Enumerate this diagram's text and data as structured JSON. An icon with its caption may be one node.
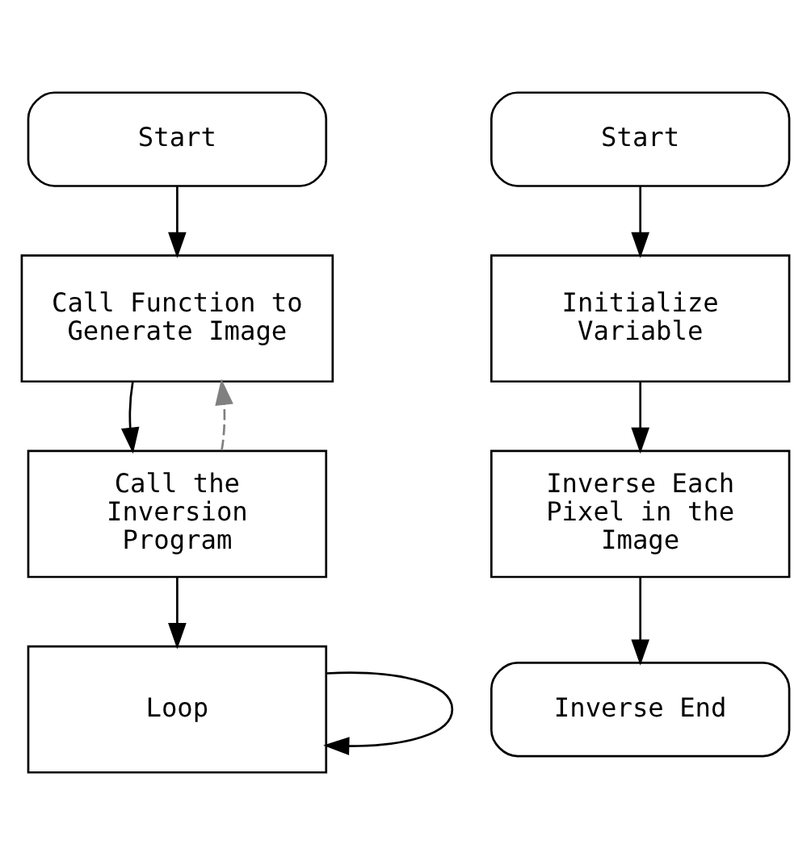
{
  "diagram": {
    "nodes": [
      {
        "text": [
          "Start"
        ]
      },
      {
        "text": [
          "Call Function to Generate Image"
        ]
      },
      {
        "text": [
          "Call the Inversion Program"
        ]
      },
      {
        "text": [
          "Loop"
        ]
      },
      {
        "text": [
          "Start"
        ]
      },
      {
        "text": [
          "Initialize Variable"
        ]
      },
      {
        "text": [
          "Inverse Each Pixel in the Image"
        ]
      },
      {
        "text": [
          "Inverse End"
        ]
      }
    ],
    "edges": [
      {
        "from": 0,
        "to": 1,
        "arrow": "to"
      },
      {
        "from": 1,
        "to": 2,
        "arrow": "to"
      },
      {
        "from": 2,
        "to": 3,
        "arrow": "to"
      },
      {
        "from": 2,
        "to": 1,
        "arrow": "to",
        "style": "dashed",
        "color": "#808080"
      },
      {
        "from": 3,
        "to": 3,
        "arrow": "to"
      },
      {
        "from": 4,
        "to": 5,
        "arrow": "to"
      },
      {
        "from": 5,
        "to": 6,
        "arrow": "to"
      },
      {
        "from": 6,
        "to": 7,
        "arrow": "to"
      }
    ]
  }
}
